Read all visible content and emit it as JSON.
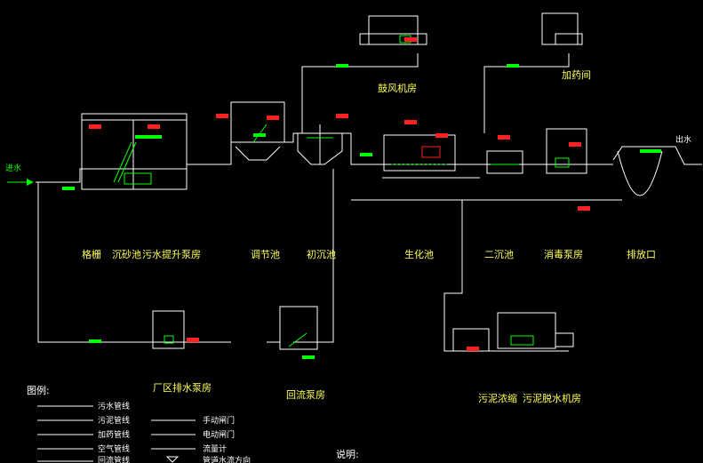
{
  "units": {
    "screen": "格栅",
    "grit": "沉砂池",
    "pump_building": "污水提升泵房",
    "regulating": "调节池",
    "primary": "初沉池",
    "bio": "生化池",
    "secondary": "二沉池",
    "disinfect": "消毒泵房",
    "outfall": "排放口",
    "blower": "鼓风机房",
    "dosing": "加药间",
    "sludge_thickener": "污泥浓缩",
    "sludge_dewater": "污泥脱水机房",
    "return_pump": "回流泵房",
    "plant_drain": "厂区排水泵房"
  },
  "inflow_label": "进水",
  "outflow_label": "出水",
  "legend": {
    "title": "图例:",
    "items": [
      "污水管线",
      "污泥管线",
      "加药管线",
      "空气管线",
      "回流管线",
      "手动闸门",
      "电动闸门",
      "流量计",
      "管道水流方向"
    ]
  },
  "notes_title": "说明:",
  "colors": {
    "structure": "#ffffff",
    "pipe_green": "#00ff00",
    "tag_red": "#ff2020",
    "label": "#ffff55"
  }
}
